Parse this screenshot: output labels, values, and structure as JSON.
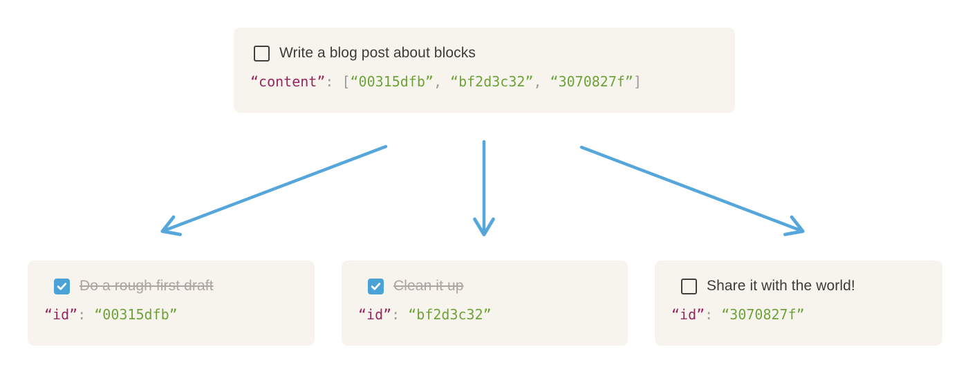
{
  "palette": {
    "card_background": "#f7f3ed",
    "text_dark": "#3d3c38",
    "text_done_gray": "#aca69f",
    "code_key_maroon": "#96265f",
    "code_string_green": "#6ea339",
    "code_punct_gray": "#9b9a96",
    "arrow_blue": "#55a7db",
    "checkbox_checked_blue": "#4aa2d6",
    "checkbox_border_dark": "#403f3b"
  },
  "parent_block": {
    "checked": false,
    "title": "Write a blog post about blocks",
    "code": {
      "key": "“content”",
      "colon": ": ",
      "open_bracket": "[",
      "items": [
        "“00315dfb”",
        "“bf2d3c32”",
        "“3070827f”"
      ],
      "comma": ", ",
      "close_bracket": "]"
    }
  },
  "child_blocks": [
    {
      "checked": true,
      "title": "Do a rough first draft",
      "code": {
        "key": "“id”",
        "colon": ": ",
        "value": "“00315dfb”"
      }
    },
    {
      "checked": true,
      "title": "Clean it up",
      "code": {
        "key": "“id”",
        "colon": ": ",
        "value": "“bf2d3c32”"
      }
    },
    {
      "checked": false,
      "title": "Share it with the world!",
      "code": {
        "key": "“id”",
        "colon": ": ",
        "value": "“3070827f”"
      }
    }
  ]
}
